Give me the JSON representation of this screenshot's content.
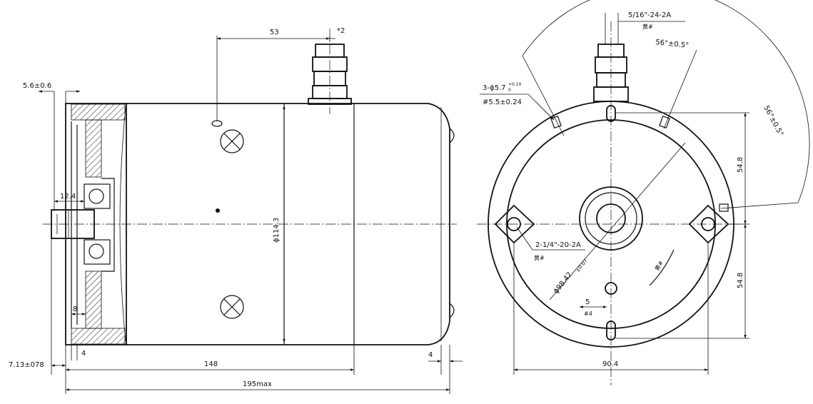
{
  "side_view": {
    "dim_top_53": "53",
    "dim_terminal_2": "*2",
    "dim_flange_5_6": "5.6±0.6",
    "dim_shaft_12_4": "12.4",
    "dim_diameter_114_3": "ϕ114.3",
    "dim_8": "8",
    "dim_4_left": "4",
    "dim_7_13": "7.13±078",
    "dim_148": "148",
    "dim_4_right": "4",
    "dim_195": "195max"
  },
  "end_view": {
    "thread_top": "5/16\"-24-2A",
    "thread_top_note": "黄#",
    "angle_1": "56°±0.5°",
    "angle_2": "56°±0.5°",
    "hole_spec_1": "3-ϕ5.7",
    "hole_tol_top": "+0.10",
    "hole_tol_bottom": "0",
    "hole_spec_2": "#5.5±0.24",
    "stud_spec": "2-1/4\"-20-2A",
    "stud_note": "黄#",
    "dim_54_8_top": "54.8",
    "dim_54_8_bottom": "54.8",
    "bolt_circle": "ϕ98.42",
    "bolt_circle_tol": "±0.07",
    "slot_5": "5",
    "slot_4": "#4",
    "mark_center": "黄#",
    "dim_90_4": "90.4"
  }
}
